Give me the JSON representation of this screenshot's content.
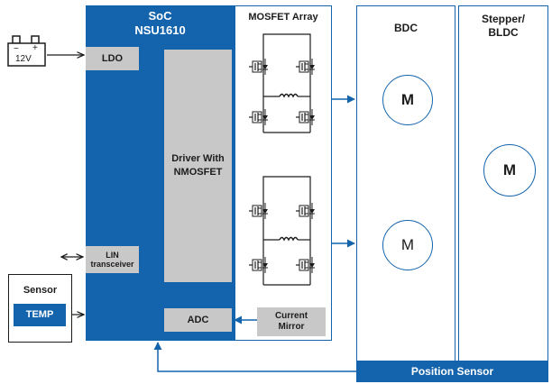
{
  "soc": {
    "title_line1": "SoC",
    "title_line2": "NSU1610"
  },
  "blocks": {
    "ldo": "LDO",
    "driver_line1": "Driver With",
    "driver_line2": "NMOSFET",
    "lin_line1": "LIN",
    "lin_line2": "transceiver",
    "adc": "ADC",
    "current_mirror_line1": "Current",
    "current_mirror_line2": "Mirror",
    "mosfet_array": "MOSFET Array"
  },
  "battery": {
    "voltage": "12V",
    "minus": "−",
    "plus": "+"
  },
  "sensor": {
    "title": "Sensor",
    "temp": "TEMP"
  },
  "loads": {
    "bdc": "BDC",
    "stepper_line1": "Stepper/",
    "stepper_line2": "BLDC",
    "motor_symbol": "M",
    "position_sensor": "Position Sensor"
  },
  "colors": {
    "primary": "#1464ad",
    "grey_block": "#c8c8c8",
    "line": "#1c1c1c"
  }
}
